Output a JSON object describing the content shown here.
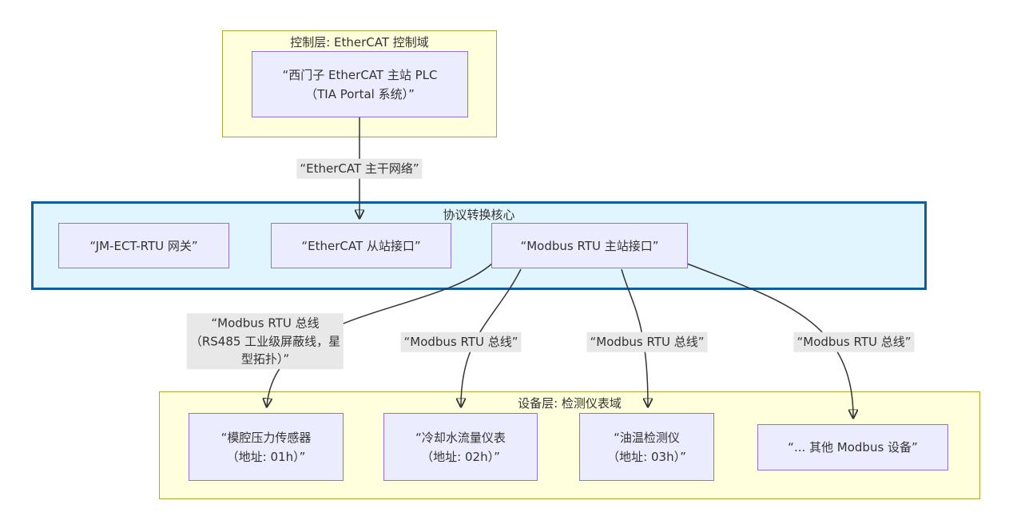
{
  "colors": {
    "cluster_yellow_fill": "#ffffde",
    "cluster_yellow_border": "#aaaa33",
    "cluster_blue_fill": "#e1f5fe",
    "cluster_blue_border": "#0f5e9c",
    "node_fill": "#ececff",
    "node_border": "#9370db",
    "edge_label_bg": "#e8e8e8",
    "edge_color": "#333333",
    "text_color": "#333333"
  },
  "clusters": {
    "control": {
      "title": "控制层: EtherCAT 控制域"
    },
    "core": {
      "title": "协议转换核心"
    },
    "devices": {
      "title": "设备层: 检测仪表域"
    }
  },
  "nodes": {
    "plc": {
      "lines": [
        "“西门子 EtherCAT 主站 PLC",
        "（TIA Portal 系统）”"
      ]
    },
    "gateway": {
      "label": "“JM-ECT-RTU 网关”"
    },
    "ethercat_slave": {
      "label": "“EtherCAT 从站接口”"
    },
    "modbus_master": {
      "label": "“Modbus RTU 主站接口”"
    },
    "pressure_sensor": {
      "lines": [
        "“模腔压力传感器",
        "（地址: 01h）”"
      ]
    },
    "flow_meter": {
      "lines": [
        "“冷却水流量仪表",
        "（地址: 02h）”"
      ]
    },
    "oil_temp": {
      "lines": [
        "“油温检测仪",
        "（地址: 03h）”"
      ]
    },
    "other_devices": {
      "label": "“... 其他 Modbus 设备”"
    }
  },
  "edge_labels": {
    "backbone": {
      "label": "“EtherCAT 主干网络”"
    },
    "bus1": {
      "lines": [
        "“Modbus RTU 总线",
        "（RS485 工业级屏蔽线，星",
        "型拓扑）”"
      ]
    },
    "bus2": {
      "label": "“Modbus RTU 总线”"
    },
    "bus3": {
      "label": "“Modbus RTU 总线”"
    },
    "bus4": {
      "label": "“Modbus RTU 总线”"
    }
  }
}
